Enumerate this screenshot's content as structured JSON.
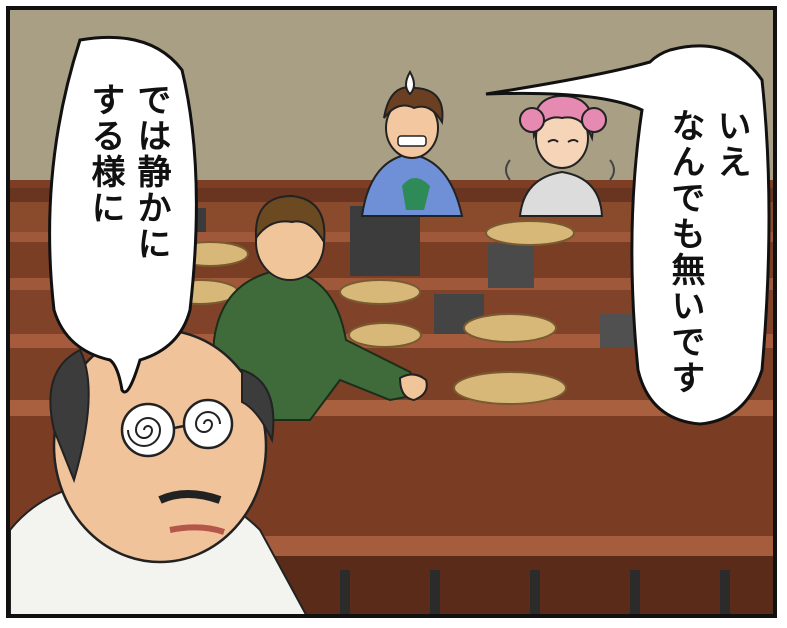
{
  "panel": {
    "bubble_left": {
      "line1": "では静かに",
      "line2": "する様に"
    },
    "bubble_right": {
      "line1": "いえ",
      "line2": "なんでも無いです"
    }
  },
  "colors": {
    "wall": "#a89f84",
    "desk_wood": "#8a4a2c",
    "desk_top": "#a0583a",
    "seat": "#d8b878",
    "student_green_jacket": "#3f6b3a",
    "boy_shirt_blue": "#6f8fd6",
    "girl_hair_pink": "#e78ab2",
    "teacher_coat": "#f3f3f0"
  },
  "icons": {
    "sweat_drop": "sweat-drop-icon",
    "swirl_glasses": "swirl-glasses-icon"
  }
}
